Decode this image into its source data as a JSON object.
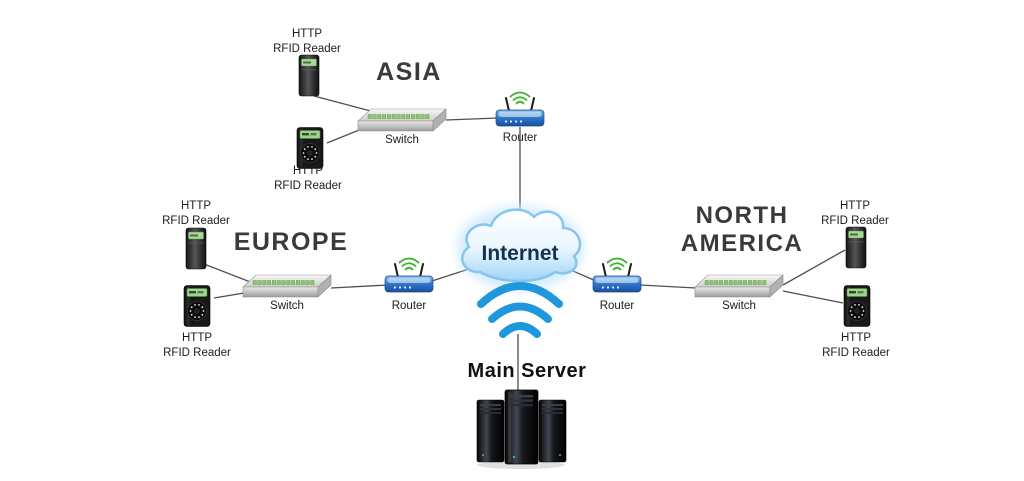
{
  "labels": {
    "internet": "Internet",
    "main_server": "Main Server",
    "switch": "Switch",
    "router": "Router",
    "rfid_line1": "HTTP",
    "rfid_line2": "RFID Reader"
  },
  "regions": [
    {
      "id": "asia",
      "name": "ASIA"
    },
    {
      "id": "europe",
      "name": "EUROPE"
    },
    {
      "id": "north-america",
      "name": "NORTH AMERICA"
    }
  ],
  "icons": {
    "rfid_reader": "rfid-reader-device",
    "switch": "network-switch-device",
    "router": "wireless-router-device",
    "internet": "internet-cloud",
    "wifi": "wifi-signal",
    "server": "server-stack"
  },
  "colors": {
    "wifi_blue": "#1f97dd",
    "router_blue": "#2d77c9",
    "signal_green": "#3db22c",
    "screen_green": "#9ed48d",
    "line_gray": "#4f4f4f",
    "region_text": "#3a3a3a"
  },
  "topology": {
    "center_node": "Internet",
    "server_node": "Main Server",
    "edges": [
      {
        "from": "asia-rfid-reader-top",
        "to": "asia-switch"
      },
      {
        "from": "asia-rfid-reader-bottom",
        "to": "asia-switch"
      },
      {
        "from": "asia-switch",
        "to": "asia-router"
      },
      {
        "from": "asia-router",
        "to": "internet"
      },
      {
        "from": "europe-rfid-reader-top",
        "to": "europe-switch"
      },
      {
        "from": "europe-rfid-reader-bottom",
        "to": "europe-switch"
      },
      {
        "from": "europe-switch",
        "to": "europe-router"
      },
      {
        "from": "europe-router",
        "to": "internet"
      },
      {
        "from": "north-america-rfid-reader-top",
        "to": "north-america-switch"
      },
      {
        "from": "north-america-rfid-reader-bottom",
        "to": "north-america-switch"
      },
      {
        "from": "north-america-switch",
        "to": "north-america-router"
      },
      {
        "from": "north-america-router",
        "to": "internet"
      },
      {
        "from": "internet",
        "to": "main-server"
      }
    ]
  }
}
